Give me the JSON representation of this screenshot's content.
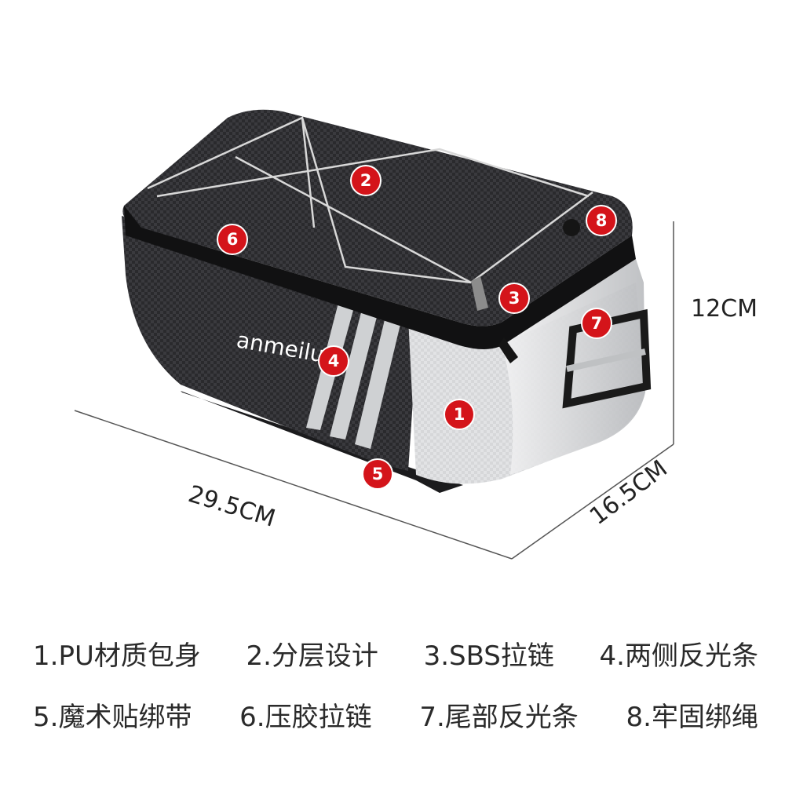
{
  "dimensions": {
    "length": "29.5CM",
    "width": "16.5CM",
    "height": "12CM"
  },
  "brand": "anmeilu",
  "badges": [
    "1",
    "2",
    "3",
    "4",
    "5",
    "6",
    "7",
    "8"
  ],
  "features": [
    {
      "text": "1.PU材质包身"
    },
    {
      "text": "2.分层设计"
    },
    {
      "text": "3.SBS拉链"
    },
    {
      "text": "4.两侧反光条"
    },
    {
      "text": "5.魔术贴绑带"
    },
    {
      "text": "6.压胶拉链"
    },
    {
      "text": "7.尾部反光条"
    },
    {
      "text": "8.牢固绑绳"
    }
  ],
  "colors": {
    "badge": "#d4141a",
    "bag_dark": "#1c1c1e",
    "bag_light": "#d9dadc",
    "reflective": "#c9cbcd"
  }
}
